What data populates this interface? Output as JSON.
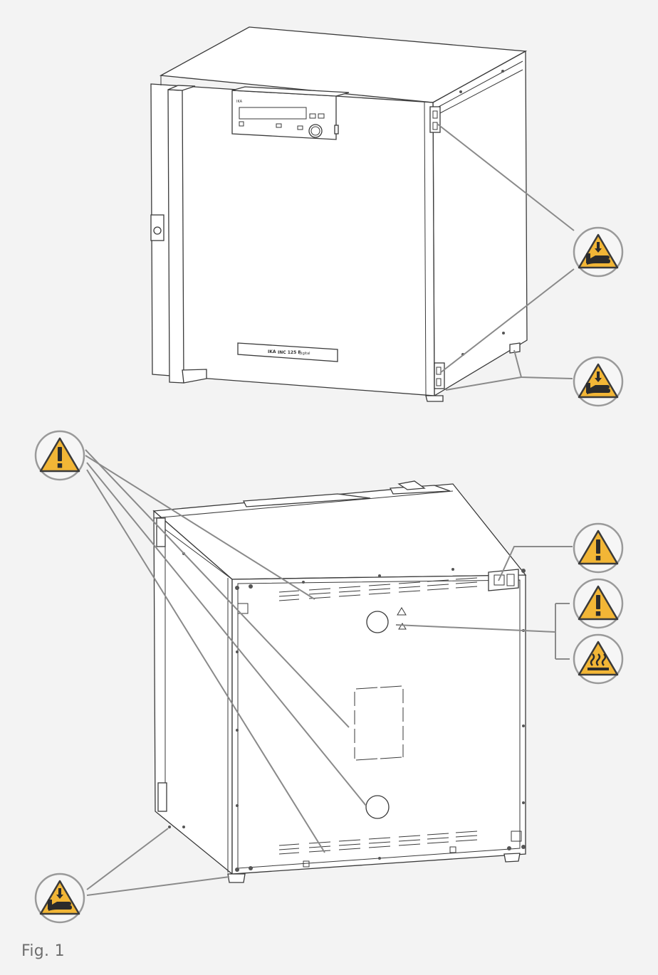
{
  "caption": "Fig. 1",
  "device": {
    "panel_brand": "IKA",
    "nameplate_brand": "IKA",
    "nameplate_model": "INC 125 F",
    "nameplate_suffix": "digital"
  },
  "symbols": [
    {
      "name": "crush-hazard-door-hinge",
      "icon": "hand-crush-icon"
    },
    {
      "name": "crush-hazard-front-foot",
      "icon": "hand-crush-icon"
    },
    {
      "name": "general-warning-power-socket",
      "icon": "exclamation-icon"
    },
    {
      "name": "general-warning-rear-port",
      "icon": "exclamation-icon"
    },
    {
      "name": "hot-surface-rear-port",
      "icon": "hot-surface-icon"
    },
    {
      "name": "general-warning-rear-panel",
      "icon": "exclamation-icon"
    },
    {
      "name": "crush-hazard-rear-foot",
      "icon": "hand-crush-icon"
    }
  ],
  "colors": {
    "background": "#f3f3f3",
    "warning_yellow": "#f2b636",
    "outline": "#3a3a3a",
    "leader": "#8a8a8a",
    "caption": "#6e6e6e"
  }
}
